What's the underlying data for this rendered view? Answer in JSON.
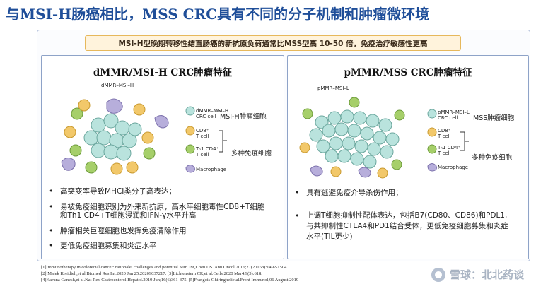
{
  "title": "与MSI-H肠癌相比，MSS CRC具有不同的分子机制和肿瘤微环境",
  "banner": "MSI-H型晚期转移性结直肠癌的新抗原负荷通常比MSS型高 10-50 倍，免疫治疗敏感性更高",
  "left": {
    "heading": "dMMR/MSI-H CRC肿瘤特征",
    "diagram": {
      "top_label": "dMMR–MSI–H",
      "legend": [
        {
          "key": "tumor",
          "label": "dMMR–MSI–H\nCRC cell"
        },
        {
          "key": "cd8",
          "label": "CD8⁺\nT cell"
        },
        {
          "key": "th1",
          "label": "Tₕ1 CD4⁺\nT cell"
        },
        {
          "key": "macro",
          "label": "Macrophage"
        }
      ],
      "tumor_caption": "MSI-H肿瘤细胞",
      "immune_caption": "多种免疫细胞"
    },
    "bullets": [
      "高突变率导致MHCI类分子高表达；",
      "易被免疫细胞识别为外来新抗原，高水平细胞毒性CD8+T细胞和Th1 CD4+T细胞浸润和IFN-γ水平升高",
      "肿瘤相关巨噬细胞也发挥免疫清除作用",
      "更低免疫细胞募集和炎症水平"
    ]
  },
  "right": {
    "heading": "pMMR/MSS CRC肿瘤特征",
    "diagram": {
      "top_label": "pMMR–MSI–L",
      "legend": [
        {
          "key": "tumor",
          "label": "pMMR–MSI–L\nCRC cell"
        },
        {
          "key": "cd8",
          "label": "CD8⁺\nT cell"
        },
        {
          "key": "th1",
          "label": "Tₕ1 CD4⁺\nT cell"
        },
        {
          "key": "macro",
          "label": "Macrophage"
        }
      ],
      "tumor_caption": "MSS肿瘤细胞",
      "immune_caption": "多种免疫细胞"
    },
    "bullets": [
      "具有逃避免疫介导杀伤作用；",
      "上调T细胞抑制性配体表达，包括B7(CD80、CD86)和PDL1,与共抑制性CTLA4和PD1结合受体，更低免疫细胞募集和炎症水平(TIL更少)"
    ]
  },
  "references": [
    "[1]Immunotherapy in colorectal cancer: rationale, challenges and potential.Kim JM,Chen DS. Ann Oncol.2016;27(20168):1492-1504.",
    "[2] Malek Kreidieh,et al Biomed Res Int.2020 Jan 25.20209037217. [3]Lichtenstern CR,et al.Cells.2020 Mar4.9(3):618.",
    "[4]Karuna Ganesh,et al.Nat Rev Gastroenterol Hepatol.2019 Jun;16(6)361-375.  [5]Frangois Ghiringhelietal.Front Immunol,06 August 2019"
  ],
  "watermark": "雪球：北北药谈",
  "colors": {
    "title": "#1f4e99",
    "tumor_cell": "#b9e3dd",
    "cd8_cell": "#f2c86a",
    "th1_cell": "#a6cf6a",
    "macrophage": "#b7aedb"
  }
}
